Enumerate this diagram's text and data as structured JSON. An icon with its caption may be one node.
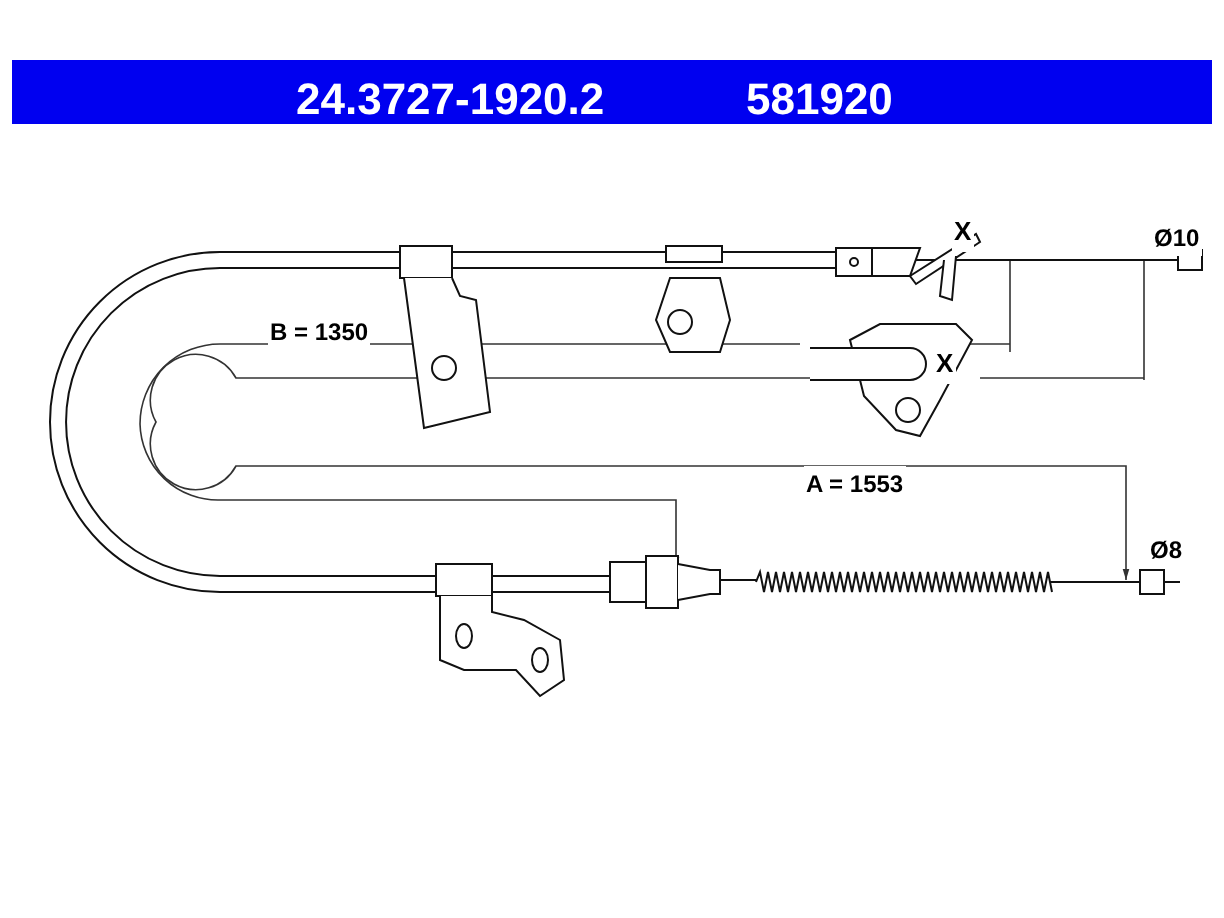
{
  "diagram": {
    "title": "24.3727-1920.2",
    "labels": [
      "581920",
      "X",
      "Ø10",
      "B = 1350",
      "X",
      "A = 1553",
      "Ø8"
    ]
  }
}
